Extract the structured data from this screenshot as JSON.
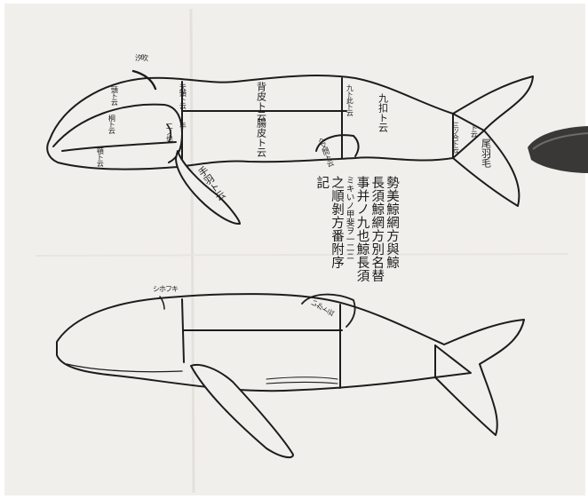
{
  "paper_color": "#f1efec",
  "ink_color": "#1c1c1c",
  "whale_top_labels": {
    "shiofuki": "汐吹",
    "atama": "頭ト云",
    "kiri": "桐ト云",
    "hige_left": "顎ト云",
    "tempu": "天頭ト云",
    "ni_shi": "二ノ也",
    "hiji": "手",
    "te_ha": "手羽ト云",
    "sebi": "背皮ト云",
    "harawata": "腸皮ト云",
    "kyu_ji": "九ト此ト云",
    "kyu_wa": "九扣ト云",
    "ban": "尾羽毛",
    "san_ban": "三ツ合ト云",
    "wo_ba": "ト云",
    "marutsuki": "へ又問ト云"
  },
  "whale_bottom_labels": {
    "shiofuki": "シホフキ",
    "iruka": "いかト云"
  },
  "note_columns": [
    "勢美鯨網方與鯨",
    "長須鯨網方別名替",
    "事并ノ九也鯨長須",
    "ミキいノ甲斐ヲ一二ニ",
    "之順剝方番附序",
    "記"
  ]
}
